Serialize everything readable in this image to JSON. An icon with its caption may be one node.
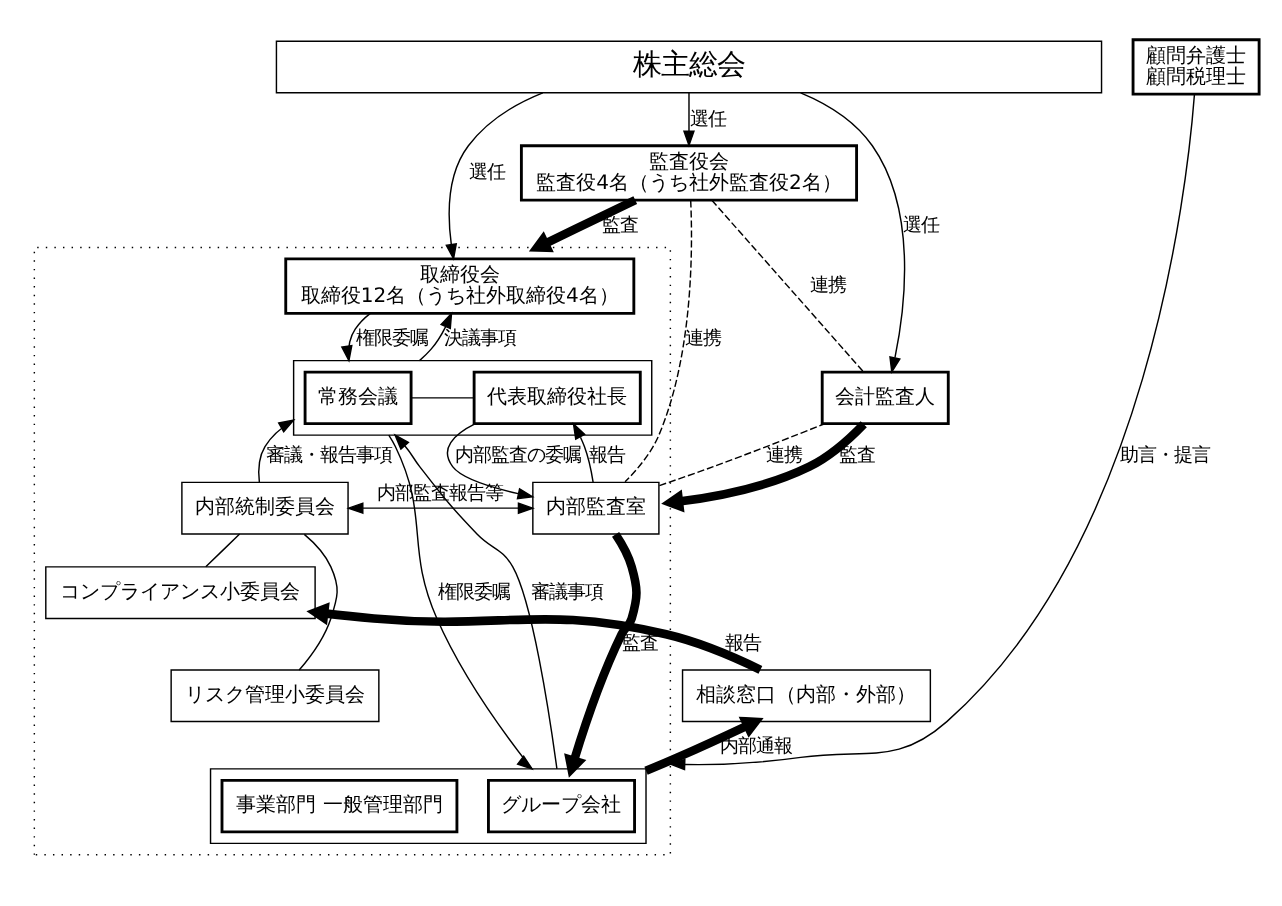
{
  "diagram": {
    "nodes": [
      {
        "text": [
          "株主総会"
        ]
      },
      {
        "text": [],
        "shape": "box"
      },
      {
        "text": [
          "取締役会",
          "取締役12名（うち社外取締役4名）"
        ],
        "in": 1
      },
      {
        "text": [
          "監査役会",
          "監査役4名（うち社外監査役2名）"
        ]
      },
      {
        "text": [],
        "shape": "box",
        "in": 1
      },
      {
        "text": [
          "常務会議"
        ],
        "in": 4
      },
      {
        "text": [
          "代表取締役社長"
        ],
        "in": 4
      },
      {
        "text": [
          "内部統制委員会"
        ],
        "in": 1
      },
      {
        "text": [
          "内部監査室"
        ],
        "in": 1
      },
      {
        "text": [
          "会計監査人"
        ]
      },
      {
        "text": [
          "コンプライアンス小委員会"
        ],
        "in": 1
      },
      {
        "text": [
          "相談窓口（内部・外部）"
        ]
      },
      {
        "text": [
          "リスク管理小委員会"
        ],
        "in": 1
      },
      {
        "text": [],
        "shape": "box",
        "in": 1
      },
      {
        "text": [
          "グループ会社"
        ],
        "in": 13
      },
      {
        "text": [
          "事業部門 一般管理部門"
        ],
        "in": 13
      },
      {
        "text": [
          "顧問弁護士",
          "顧問税理士"
        ]
      }
    ],
    "edges": [
      {
        "from": 0,
        "to": 2,
        "arrow": "to",
        "label": "選任"
      },
      {
        "from": 0,
        "to": 3,
        "arrow": "to",
        "label": "選任"
      },
      {
        "from": 0,
        "to": 9,
        "arrow": "to",
        "label": "選任"
      },
      {
        "from": 3,
        "to": 1,
        "arrow": "to",
        "label": "監査",
        "style": "thick"
      },
      {
        "from": 2,
        "to": 4,
        "arrow": "to",
        "label": "権限委嘱"
      },
      {
        "from": 4,
        "to": 2,
        "arrow": "to",
        "label": "決議事項"
      },
      {
        "from": 5,
        "to": 6,
        "arrow": "none"
      },
      {
        "from": 4,
        "to": 13,
        "arrow": "to",
        "label": "権限委嘱"
      },
      {
        "from": 13,
        "to": 4,
        "arrow": "to",
        "label": "審議事項"
      },
      {
        "from": 7,
        "to": 4,
        "arrow": "to",
        "label": "審議・報告事項"
      },
      {
        "from": 6,
        "to": 8,
        "arrow": "to",
        "label": "内部監査の委嘱"
      },
      {
        "from": 8,
        "to": 6,
        "arrow": "to",
        "label": "報告"
      },
      {
        "from": 7,
        "to": 8,
        "arrow": "both",
        "label": "内部監査報告等"
      },
      {
        "from": 8,
        "to": 3,
        "arrow": "none",
        "label": "連携",
        "style": "dashed"
      },
      {
        "from": 9,
        "to": 3,
        "arrow": "none",
        "label": "連携",
        "style": "dashed"
      },
      {
        "from": 8,
        "to": 9,
        "arrow": "none",
        "label": "連携",
        "style": "dashed"
      },
      {
        "from": 9,
        "to": 1,
        "arrow": "to",
        "label": "監査",
        "style": "thick"
      },
      {
        "from": 7,
        "to": 10,
        "arrow": "none"
      },
      {
        "from": 7,
        "to": 12,
        "arrow": "none"
      },
      {
        "from": 11,
        "to": 10,
        "arrow": "to",
        "label": "報告",
        "style": "thick"
      },
      {
        "from": 8,
        "to": 13,
        "arrow": "to",
        "label": "監査",
        "style": "thick"
      },
      {
        "from": 13,
        "to": 11,
        "arrow": "to",
        "label": "内部通報",
        "style": "thick"
      },
      {
        "from": 16,
        "to": 1,
        "arrow": "to",
        "label": "助言・提言"
      }
    ]
  }
}
